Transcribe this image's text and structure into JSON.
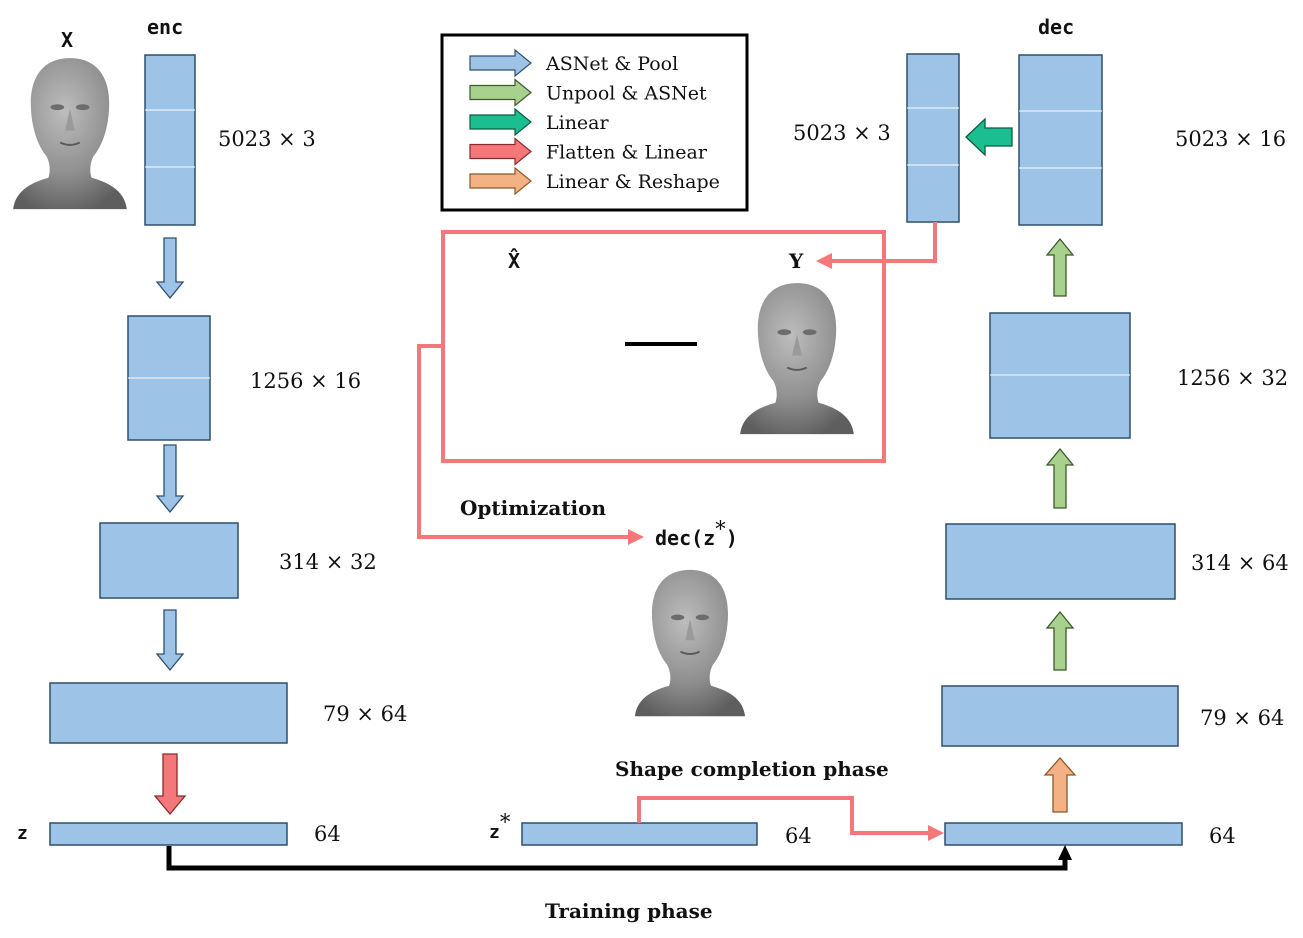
{
  "legend": [
    {
      "label": "ASNet & Pool",
      "color": "#9dc3e6"
    },
    {
      "label": "Unpool & ASNet",
      "color": "#a9d18e"
    },
    {
      "label": "Linear",
      "color": "#1bbf8f"
    },
    {
      "label": "Flatten & Linear",
      "color": "#f4777a"
    },
    {
      "label": "Linear & Reshape",
      "color": "#f4b183"
    }
  ],
  "encoder": {
    "title": "enc",
    "input_label": "X",
    "dims": [
      "5023 × 3",
      "1256 × 16",
      "314 × 32",
      "79 × 64"
    ],
    "latent_label": "z",
    "latent_dim": "64"
  },
  "decoder": {
    "title": "dec",
    "dims": [
      "5023 × 16",
      "1256 × 32",
      "314 × 64",
      "79 × 64"
    ],
    "output_dim": "5023 × 3",
    "latent_dim": "64"
  },
  "completion": {
    "xhat_label": "X̂",
    "y_label": "Y",
    "optimization_label": "Optimization",
    "result_label_prefix": "dec(",
    "result_label_var": "z",
    "result_label_suffix": ")",
    "zstar_label": "z",
    "zstar_dim": "64",
    "star": "*"
  },
  "phases": {
    "training": "Training phase",
    "shape_completion": "Shape completion phase"
  },
  "colors": {
    "block_fill": "#9dc3e6",
    "block_stroke": "#2f4f6f",
    "red_line": "#f4777a"
  }
}
